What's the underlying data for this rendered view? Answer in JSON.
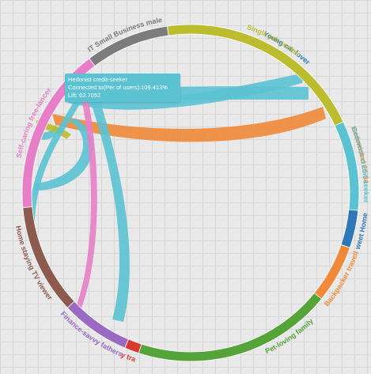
{
  "colors": {
    "hedonist": "#5bc2d2",
    "connected": "#f08a3a",
    "selfcaring": "#e77fc8"
  },
  "tooltip": {
    "title": "Hedonist credit-seeker",
    "connected": "Connected to(Per of users):109.413%",
    "lift": "Lift: 62.7052"
  },
  "chart_data": {
    "type": "chord",
    "highlighted_group": "Hedonist credit-seeker",
    "groups": [
      {
        "name": "Young car lover",
        "color": "#2f78b8"
      },
      {
        "name": "Connected 25-34",
        "color": "#f08a3a"
      },
      {
        "name": "Pet-loving family",
        "color": "#55a43a"
      },
      {
        "name": "city travel",
        "color": "#d93a2e"
      },
      {
        "name": "Finance-savvy fathers",
        "color": "#9a6ac3"
      },
      {
        "name": "Home staying TV viewer",
        "color": "#8c5a4f"
      },
      {
        "name": "Self-caring free-lancer",
        "color": "#e77fc8"
      },
      {
        "name": "IT Small Business male",
        "color": "#7c7c7c"
      },
      {
        "name": "Single job seeker",
        "color": "#bcbd2e"
      },
      {
        "name": "Hedonist credit-seeker",
        "color": "#5bc2d2"
      },
      {
        "name": "e sweet Home su",
        "color": "#2f78b8"
      },
      {
        "name": "Backpacker travelle",
        "color": "#f08a3a"
      }
    ]
  }
}
